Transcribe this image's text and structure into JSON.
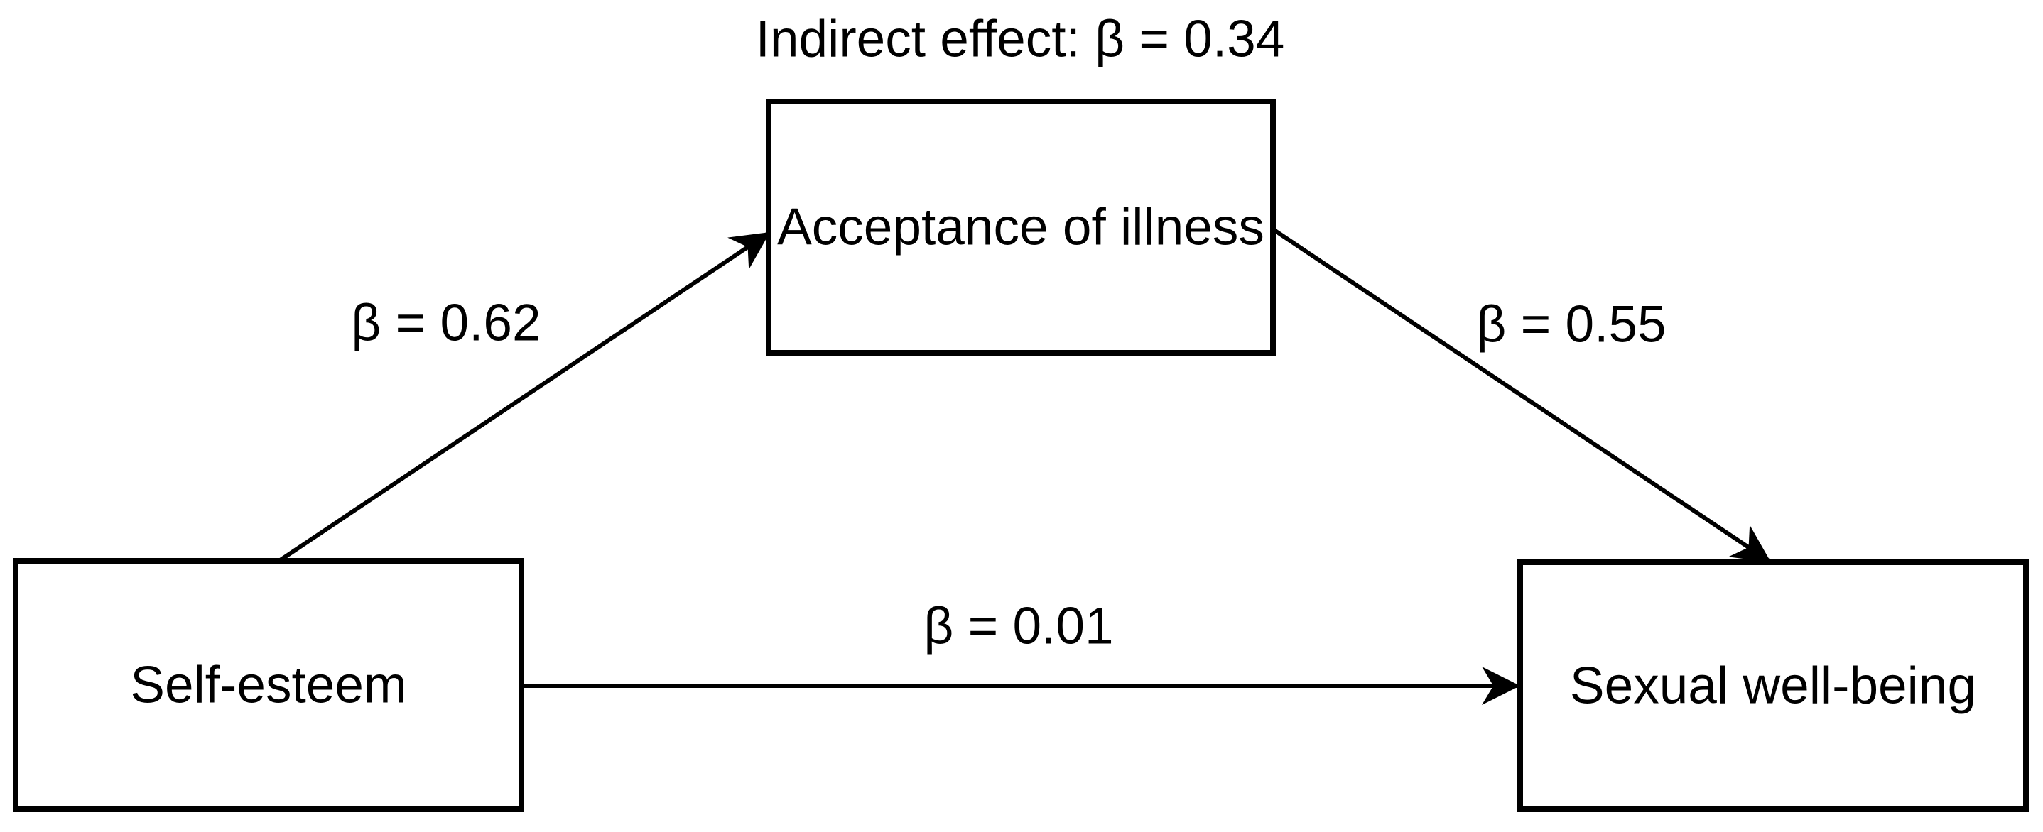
{
  "diagram": {
    "title": "Indirect effect: β = 0.34",
    "nodes": [
      {
        "id": "predictor",
        "label": "Self-esteem"
      },
      {
        "id": "mediator",
        "label": "Acceptance of illness"
      },
      {
        "id": "outcome",
        "label": "Sexual well-being"
      }
    ],
    "paths": [
      {
        "from": "predictor",
        "to": "mediator",
        "label": "β = 0.62",
        "beta": 0.62
      },
      {
        "from": "mediator",
        "to": "outcome",
        "label": "β = 0.55",
        "beta": 0.55
      },
      {
        "from": "predictor",
        "to": "outcome",
        "label": "β = 0.01",
        "beta": 0.01
      }
    ],
    "indirect_effect": {
      "label": "Indirect effect: β = 0.34",
      "beta": 0.34
    },
    "colors": {
      "background": "#ffffff",
      "line": "#000000",
      "text": "#000000",
      "node_fill": "#ffffff"
    }
  }
}
